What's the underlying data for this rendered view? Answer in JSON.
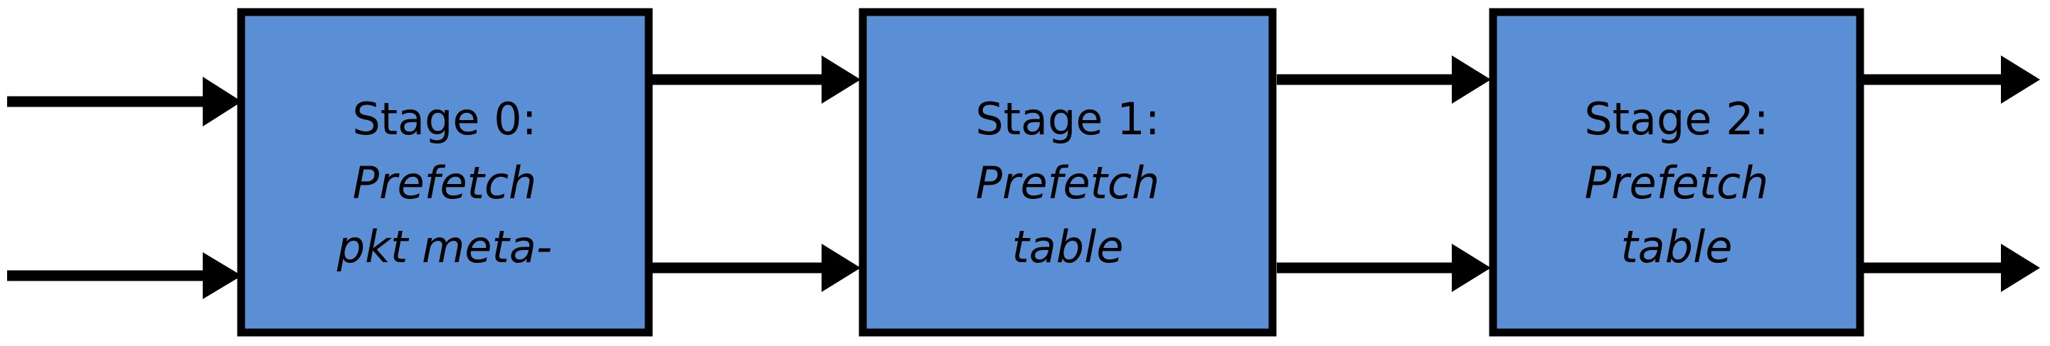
{
  "diagram": {
    "type": "pipeline-flow",
    "background_color": "#ffffff",
    "box_fill_color": "#5b8fd5",
    "box_stroke_color": "#000000",
    "arrow_color": "#000000",
    "text_color": "#000000",
    "stages": [
      {
        "id": "stage-0",
        "title": "Stage 0:",
        "subtitle_line_1": "Prefetch",
        "subtitle_line_2": "pkt meta-"
      },
      {
        "id": "stage-1",
        "title": "Stage 1:",
        "subtitle_line_1": "Prefetch",
        "subtitle_line_2": "table"
      },
      {
        "id": "stage-2",
        "title": "Stage 2:",
        "subtitle_line_1": "Prefetch",
        "subtitle_line_2": "table"
      }
    ],
    "connections": [
      {
        "id": "input-top",
        "from": "external",
        "to": "stage-0",
        "lane": "top"
      },
      {
        "id": "input-bottom",
        "from": "external",
        "to": "stage-0",
        "lane": "bottom"
      },
      {
        "id": "s0-s1-top",
        "from": "stage-0",
        "to": "stage-1",
        "lane": "top"
      },
      {
        "id": "s0-s1-bottom",
        "from": "stage-0",
        "to": "stage-1",
        "lane": "bottom"
      },
      {
        "id": "s1-s2-top",
        "from": "stage-1",
        "to": "stage-2",
        "lane": "top"
      },
      {
        "id": "s1-s2-bottom",
        "from": "stage-1",
        "to": "stage-2",
        "lane": "bottom"
      },
      {
        "id": "output-top",
        "from": "stage-2",
        "to": "external",
        "lane": "top"
      },
      {
        "id": "output-bottom",
        "from": "stage-2",
        "to": "external",
        "lane": "bottom"
      }
    ]
  }
}
